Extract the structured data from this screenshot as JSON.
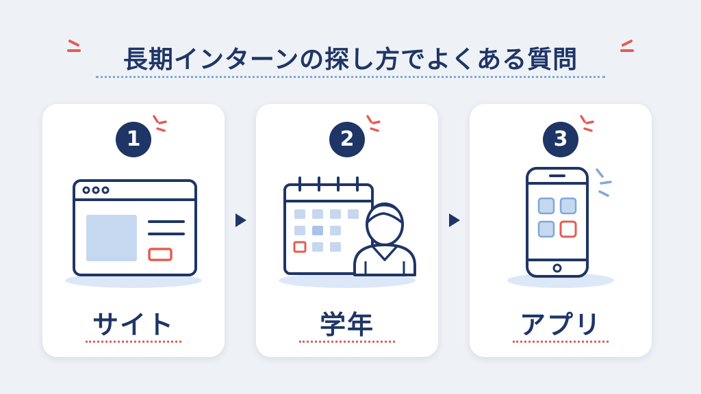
{
  "title": "長期インターンの探し方でよくある質問",
  "colors": {
    "navy": "#1e3566",
    "accent_red": "#e65b52",
    "light_blue": "#c6d8f0",
    "mid_blue": "#7ea8d8",
    "background": "#eef1f6",
    "card": "#ffffff"
  },
  "steps": [
    {
      "number": "1",
      "label": "サイト",
      "icon": "browser-window-icon"
    },
    {
      "number": "2",
      "label": "学年",
      "icon": "calendar-student-icon"
    },
    {
      "number": "3",
      "label": "アプリ",
      "icon": "smartphone-app-icon"
    }
  ],
  "connector_icon": "triangle-arrow-right-icon"
}
